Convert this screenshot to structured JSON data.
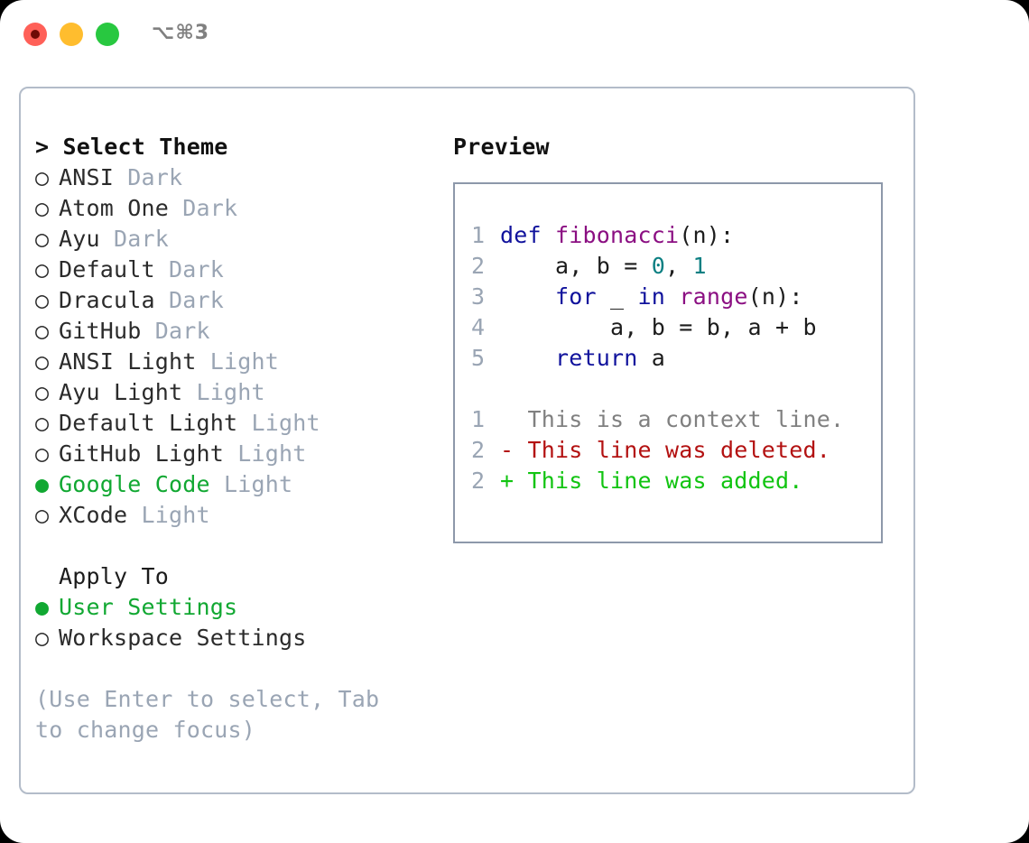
{
  "window": {
    "shortcut": "⌥⌘3",
    "traffic_lights": [
      "close",
      "minimize",
      "maximize"
    ]
  },
  "theme_panel": {
    "header": "> Select Theme",
    "bullet_selected": "●",
    "bullet_unselected": "○",
    "items": [
      {
        "name": "ANSI",
        "variant": "Dark",
        "selected": false
      },
      {
        "name": "Atom One",
        "variant": "Dark",
        "selected": false
      },
      {
        "name": "Ayu",
        "variant": "Dark",
        "selected": false
      },
      {
        "name": "Default",
        "variant": "Dark",
        "selected": false
      },
      {
        "name": "Dracula",
        "variant": "Dark",
        "selected": false
      },
      {
        "name": "GitHub",
        "variant": "Dark",
        "selected": false
      },
      {
        "name": "ANSI Light",
        "variant": "Light",
        "selected": false
      },
      {
        "name": "Ayu Light",
        "variant": "Light",
        "selected": false
      },
      {
        "name": "Default Light",
        "variant": "Light",
        "selected": false
      },
      {
        "name": "GitHub Light",
        "variant": "Light",
        "selected": false
      },
      {
        "name": "Google Code",
        "variant": "Light",
        "selected": true
      },
      {
        "name": "XCode",
        "variant": "Light",
        "selected": false
      }
    ]
  },
  "apply_to": {
    "header": "Apply To",
    "options": [
      {
        "label": "User Settings",
        "selected": true
      },
      {
        "label": "Workspace Settings",
        "selected": false
      }
    ]
  },
  "hint": "(Use Enter to select, Tab to change focus)",
  "preview": {
    "title": "Preview",
    "code_lines": [
      {
        "num": "1",
        "tokens": [
          {
            "t": "def ",
            "c": "kw"
          },
          {
            "t": "fibonacci",
            "c": "fn"
          },
          {
            "t": "(n):",
            "c": "punc"
          }
        ]
      },
      {
        "num": "2",
        "tokens": [
          {
            "t": "    a, b = ",
            "c": "plain"
          },
          {
            "t": "0",
            "c": "num"
          },
          {
            "t": ", ",
            "c": "plain"
          },
          {
            "t": "1",
            "c": "num"
          }
        ]
      },
      {
        "num": "3",
        "tokens": [
          {
            "t": "    ",
            "c": "plain"
          },
          {
            "t": "for",
            "c": "kw"
          },
          {
            "t": " _ ",
            "c": "plain"
          },
          {
            "t": "in",
            "c": "kw"
          },
          {
            "t": " ",
            "c": "plain"
          },
          {
            "t": "range",
            "c": "fn"
          },
          {
            "t": "(n):",
            "c": "punc"
          }
        ]
      },
      {
        "num": "4",
        "tokens": [
          {
            "t": "        a, b = b, a + b",
            "c": "plain"
          }
        ]
      },
      {
        "num": "5",
        "tokens": [
          {
            "t": "    ",
            "c": "plain"
          },
          {
            "t": "return",
            "c": "kw"
          },
          {
            "t": " a",
            "c": "plain"
          }
        ]
      }
    ],
    "diff_lines": [
      {
        "num": "1",
        "marker": "  ",
        "text": "This is a context line.",
        "kind": "ctx"
      },
      {
        "num": "2",
        "marker": "- ",
        "text": "This line was deleted.",
        "kind": "del"
      },
      {
        "num": "2",
        "marker": "+ ",
        "text": "This line was added.",
        "kind": "add"
      }
    ]
  },
  "colors": {
    "accent_green": "#11a832",
    "muted": "#9aa5b4",
    "keyword": "#10129c",
    "function": "#8b0f82",
    "number": "#0b7f82",
    "diff_delete": "#b31111",
    "diff_add": "#11c411",
    "panel_border": "#b3bcc9",
    "code_border": "#8d98aa"
  }
}
